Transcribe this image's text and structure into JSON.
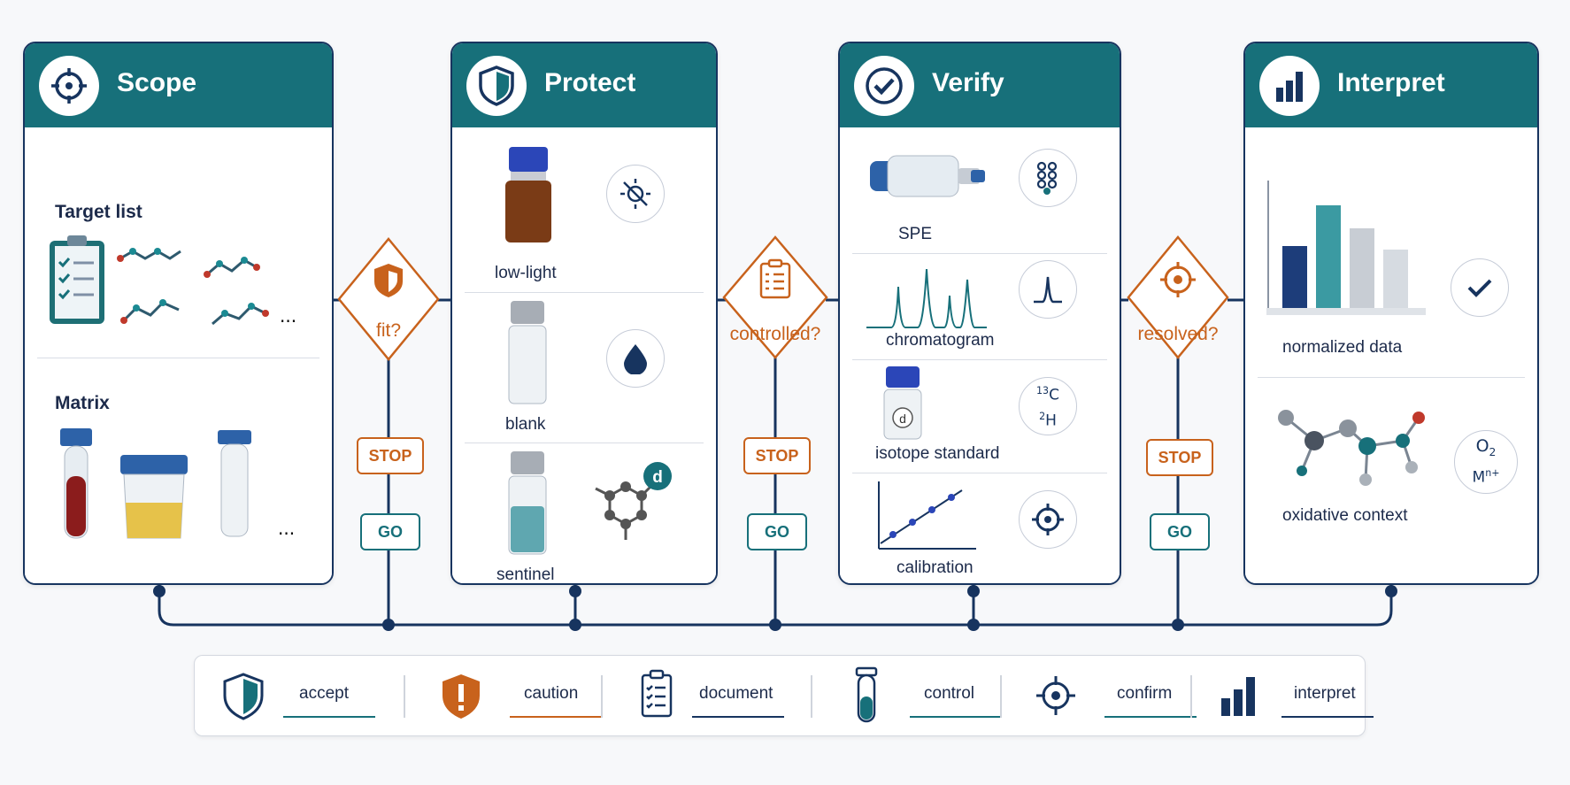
{
  "panels": [
    {
      "title": "Scope",
      "icon": "crosshair-icon",
      "items": [
        {
          "label": "Target list"
        },
        {
          "label": "Matrix"
        }
      ],
      "ellipsis": "..."
    },
    {
      "title": "Protect",
      "icon": "shield-icon",
      "items": [
        {
          "label": "low-light"
        },
        {
          "label": "blank"
        },
        {
          "label": "sentinel"
        }
      ],
      "sentinel_badge": "d"
    },
    {
      "title": "Verify",
      "icon": "check-icon",
      "items": [
        {
          "label": "SPE"
        },
        {
          "label": "chromatogram"
        },
        {
          "label": "isotope standard"
        },
        {
          "label": "calibration"
        }
      ],
      "isotope_badge": "d",
      "isotope_labels": {
        "c13": "13C",
        "h2": "2H"
      }
    },
    {
      "title": "Interpret",
      "icon": "bar-chart-icon",
      "items": [
        {
          "label": "normalized data"
        },
        {
          "label": "oxidative context"
        }
      ],
      "ion_labels": {
        "o2": "O2",
        "mn": "Mn+"
      }
    }
  ],
  "gates": [
    {
      "question": "fit?",
      "stop": "STOP",
      "go": "GO"
    },
    {
      "question": "controlled?",
      "stop": "STOP",
      "go": "GO"
    },
    {
      "question": "resolved?",
      "stop": "STOP",
      "go": "GO"
    }
  ],
  "legend": [
    {
      "label": "accept",
      "icon": "shield-icon",
      "color": "#17707a"
    },
    {
      "label": "caution",
      "icon": "warning-shield-icon",
      "color": "#c8621c"
    },
    {
      "label": "document",
      "icon": "clipboard-icon",
      "color": "#17345f"
    },
    {
      "label": "control",
      "icon": "test-tube-icon",
      "color": "#17707a"
    },
    {
      "label": "confirm",
      "icon": "crosshair-icon",
      "color": "#17345f"
    },
    {
      "label": "interpret",
      "icon": "bar-chart-icon",
      "color": "#17345f"
    }
  ],
  "colors": {
    "teal": "#17707a",
    "navy": "#17345f",
    "orange": "#c8621c"
  }
}
